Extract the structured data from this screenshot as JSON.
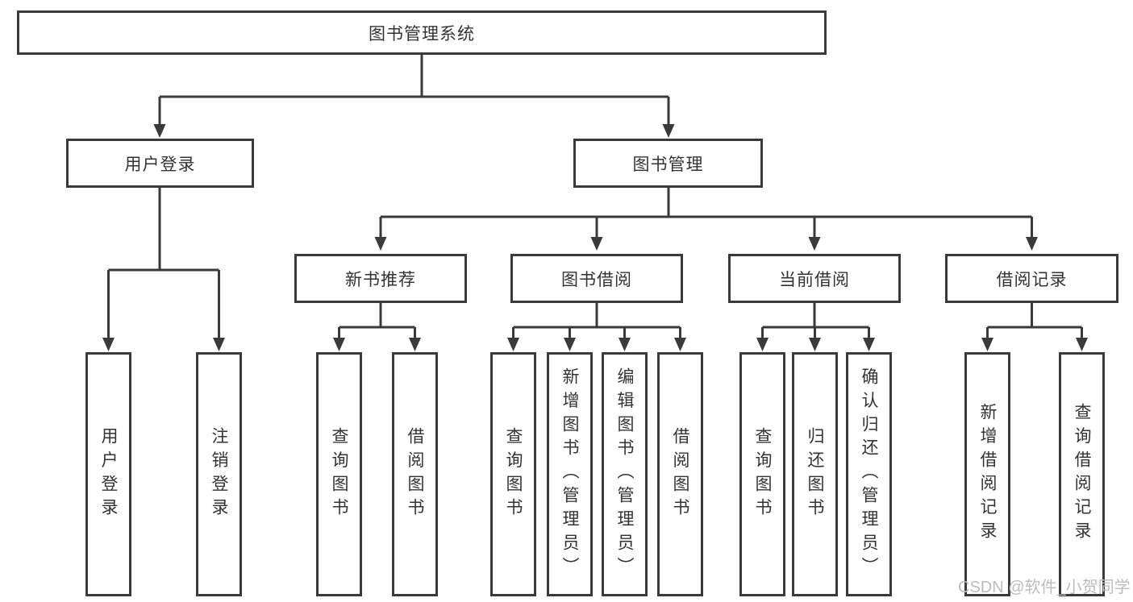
{
  "diagram": {
    "root": {
      "label": "图书管理系统",
      "children": [
        {
          "label": "用户登录",
          "children": [
            {
              "label": "用户登录"
            },
            {
              "label": "注销登录"
            }
          ]
        },
        {
          "label": "图书管理",
          "children": [
            {
              "label": "新书推荐",
              "children": [
                {
                  "label": "查询图书"
                },
                {
                  "label": "借阅图书"
                }
              ]
            },
            {
              "label": "图书借阅",
              "children": [
                {
                  "label": "查询图书"
                },
                {
                  "label": "新增图书（管理员）"
                },
                {
                  "label": "编辑图书（管理员）"
                },
                {
                  "label": "借阅图书"
                }
              ]
            },
            {
              "label": "当前借阅",
              "children": [
                {
                  "label": "查询图书"
                },
                {
                  "label": "归还图书"
                },
                {
                  "label": "确认归还（管理员）"
                }
              ]
            },
            {
              "label": "借阅记录",
              "children": [
                {
                  "label": "新增借阅记录"
                },
                {
                  "label": "查询借阅记录"
                }
              ]
            }
          ]
        }
      ]
    }
  },
  "watermark": {
    "text": "CSDN @软件_小贺同学"
  },
  "colors": {
    "line": "#3a3a3a",
    "box_border": "#3a3a3a",
    "text": "#333333",
    "watermark": "#bcbcbc",
    "background": "#ffffff"
  }
}
